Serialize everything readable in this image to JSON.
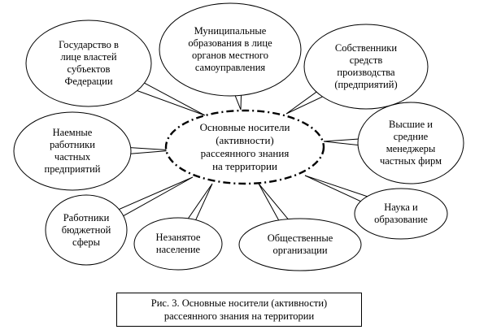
{
  "center": {
    "lines": [
      "Основные носители",
      "(активности)",
      "рассеянного знания",
      "на территории"
    ]
  },
  "nodes": [
    {
      "id": "gov",
      "lines": [
        "Государство в",
        "лице властей",
        "субъектов",
        "Федерации"
      ]
    },
    {
      "id": "municipal",
      "lines": [
        "Муниципальные",
        "образования в лице",
        "органов местного",
        "самоуправления"
      ]
    },
    {
      "id": "owners",
      "lines": [
        "Собственники",
        "средств",
        "производства",
        "(предприятий)"
      ]
    },
    {
      "id": "managers",
      "lines": [
        "Высшие и",
        "средние",
        "менеджеры",
        "частных фирм"
      ]
    },
    {
      "id": "science",
      "lines": [
        "Наука и",
        "образование"
      ]
    },
    {
      "id": "public",
      "lines": [
        "Общественные",
        "организации"
      ]
    },
    {
      "id": "unemployed",
      "lines": [
        "Незанятое",
        "население"
      ]
    },
    {
      "id": "budget",
      "lines": [
        "Работники",
        "бюджетной",
        "сферы"
      ]
    },
    {
      "id": "hired",
      "lines": [
        "Наемные",
        "работники",
        "частных",
        "предприятий"
      ]
    }
  ],
  "caption": {
    "lines": [
      "Рис. 3. Основные носители (активности)",
      "рассеянного знания на территории"
    ]
  }
}
